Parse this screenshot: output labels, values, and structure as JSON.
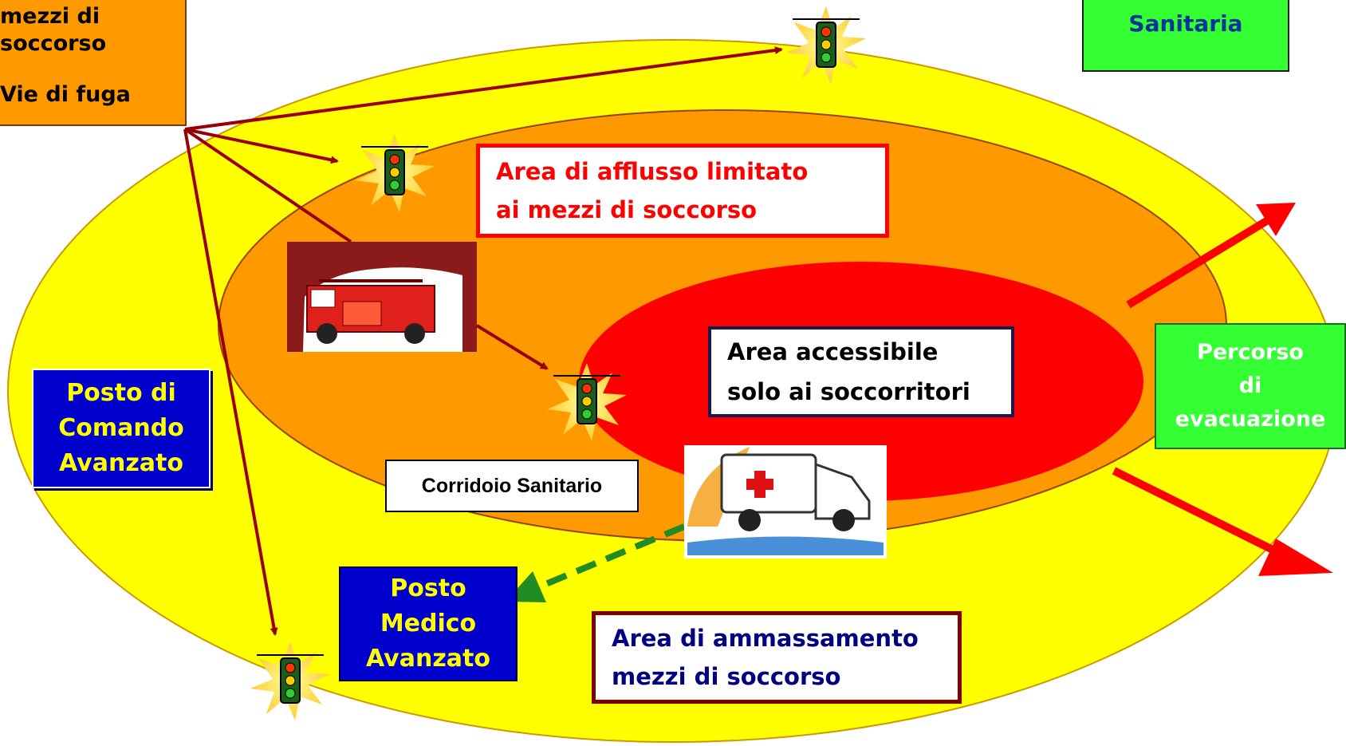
{
  "vie_box": {
    "line1": "mezzi di",
    "line2": "soccorso",
    "line3": "Vie di fuga"
  },
  "sanitaria_box": {
    "label": "Sanitaria"
  },
  "limitato_box": {
    "line1": "Area di afflusso limitato",
    "line2": "ai mezzi di soccorso"
  },
  "accessibile_box": {
    "line1": "Area accessibile",
    "line2": "solo ai soccorritori"
  },
  "percorso_box": {
    "line1": "Percorso",
    "line2": "di",
    "line3": "evacuazione"
  },
  "pca_box": {
    "line1": "Posto di",
    "line2": "Comando",
    "line3": "Avanzato"
  },
  "corridoio_box": {
    "label": "Corridoio Sanitario"
  },
  "pma_box": {
    "line1": "Posto",
    "line2": "Medico",
    "line3": "Avanzato"
  },
  "ammassamento_box": {
    "line1": "Area di ammassamento",
    "line2": "mezzi di soccorso"
  },
  "colors": {
    "outer_zone": "#ffff00",
    "middle_zone": "#ff9900",
    "inner_zone": "#ff0000",
    "command_box": "#0000cc",
    "evacuation_box": "#33ff33",
    "evacuation_arrow": "#ff0000",
    "escape_arrows": "#990000",
    "ambulance_path": "#228b22"
  },
  "icons": [
    "traffic-light-icon",
    "fire-truck-icon",
    "ambulance-icon"
  ]
}
